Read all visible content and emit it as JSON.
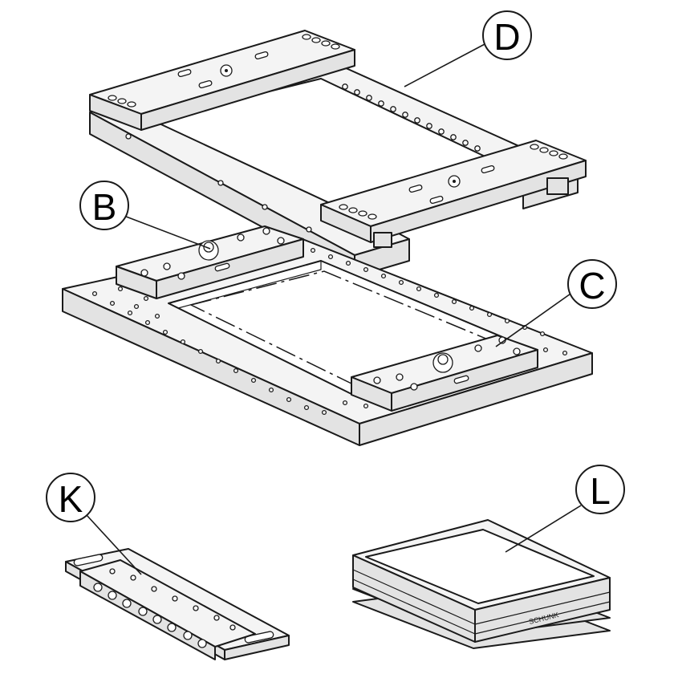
{
  "callouts": {
    "D": "D",
    "B": "B",
    "C": "C",
    "K": "K",
    "L": "L"
  },
  "brand_mark": "SCHUNK"
}
